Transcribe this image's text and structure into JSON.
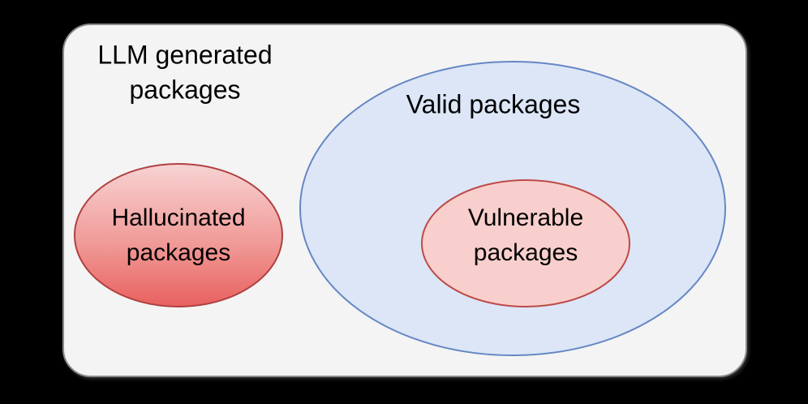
{
  "diagram": {
    "type": "venn-set-diagram",
    "background_color": "#000000",
    "container": {
      "name": "LLM generated packages",
      "label_line1": "LLM generated",
      "label_line2": "packages",
      "shape": "rounded-rectangle",
      "fill_color": "#f4f4f4",
      "stroke_color": "#808080"
    },
    "sets": [
      {
        "id": "valid",
        "name": "Valid packages",
        "label_line1": "Valid packages",
        "label_line2": "",
        "shape": "ellipse",
        "fill_color": "#dce6f7",
        "stroke_color": "#6687c4"
      },
      {
        "id": "hallucinated",
        "name": "Hallucinated packages",
        "label_line1": "Hallucinated",
        "label_line2": "packages",
        "shape": "ellipse",
        "fill_gradient_top": "#f7d3d3",
        "fill_gradient_bottom": "#e8615f",
        "stroke_color": "#b04040"
      },
      {
        "id": "vulnerable",
        "name": "Vulnerable packages",
        "label_line1": "Vulnerable",
        "label_line2": "packages",
        "shape": "ellipse",
        "fill_color": "#f8cfcc",
        "stroke_color": "#bd4b47"
      }
    ]
  }
}
